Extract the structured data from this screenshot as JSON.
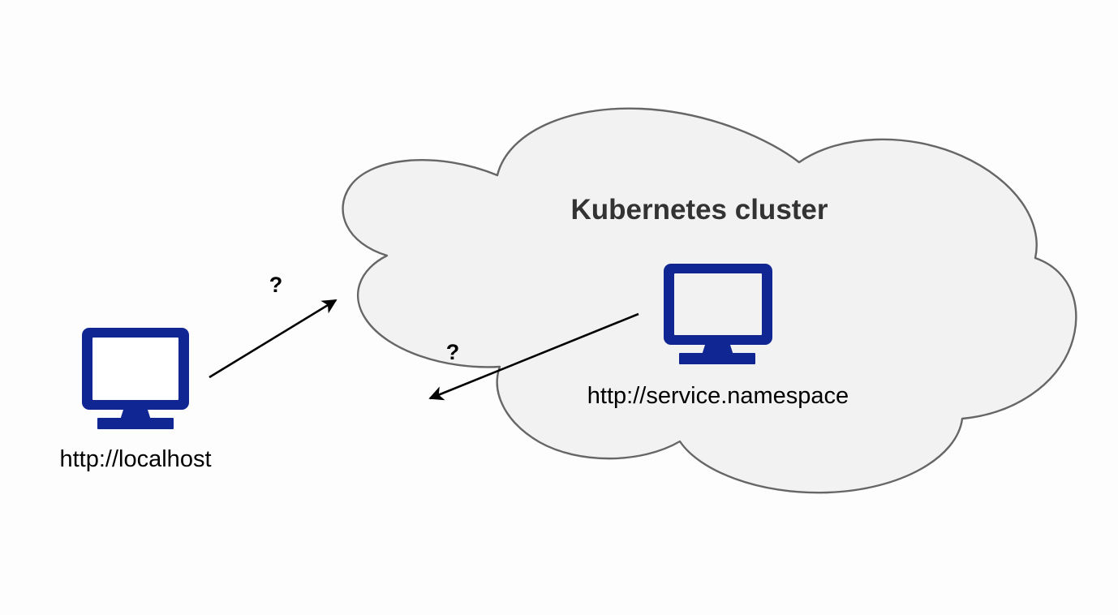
{
  "diagram": {
    "title": "Kubernetes cluster",
    "background_color": "#fdfdfd",
    "cloud": {
      "label": "Kubernetes cluster",
      "fill_color": "#f2f2f2",
      "stroke_color": "#666666"
    },
    "nodes": [
      {
        "id": "client",
        "icon": "monitor-icon",
        "label": "http://localhost",
        "color": "#102693",
        "location": "outside-cluster"
      },
      {
        "id": "service",
        "icon": "monitor-icon",
        "label": "http://service.namespace",
        "color": "#102693",
        "location": "inside-cluster"
      }
    ],
    "connections": [
      {
        "id": "inbound",
        "label": "?",
        "from": "client",
        "to": "cluster",
        "color": "#000000"
      },
      {
        "id": "outbound",
        "label": "?",
        "from": "service",
        "to": "cluster-edge",
        "color": "#000000"
      }
    ]
  }
}
